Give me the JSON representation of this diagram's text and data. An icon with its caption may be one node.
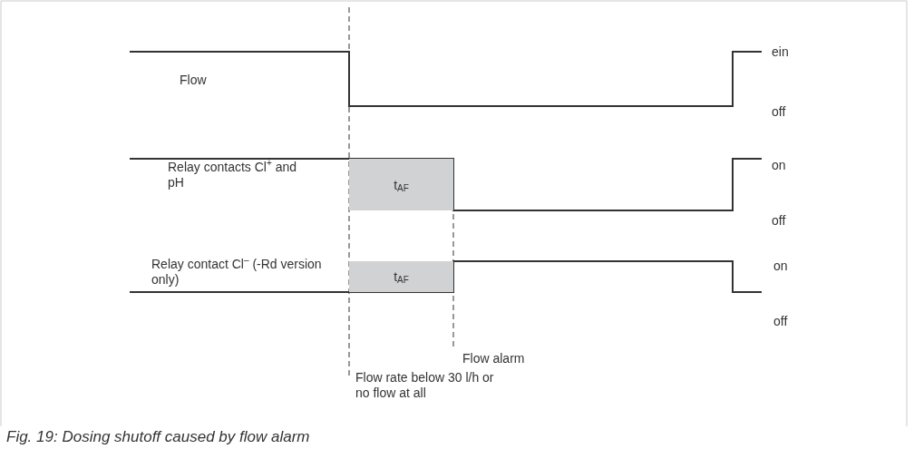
{
  "diagram": {
    "caption": "Fig. 19: Dosing shutoff caused by flow alarm",
    "nodes": [
      {
        "text": [
          "t$_{AF}$"
        ]
      },
      {
        "text": [
          "t$_{AF}$"
        ]
      }
    ],
    "labels": [
      "ein",
      "Flow",
      "off",
      "Relay contacts Cl$^{+}$ and pH",
      "on",
      "off",
      "Relay contact Cl$^{–}$ (-Rd version only)",
      "on",
      "off",
      "Flow alarm",
      "Flow rate below 30 l/h or no flow at all"
    ]
  }
}
